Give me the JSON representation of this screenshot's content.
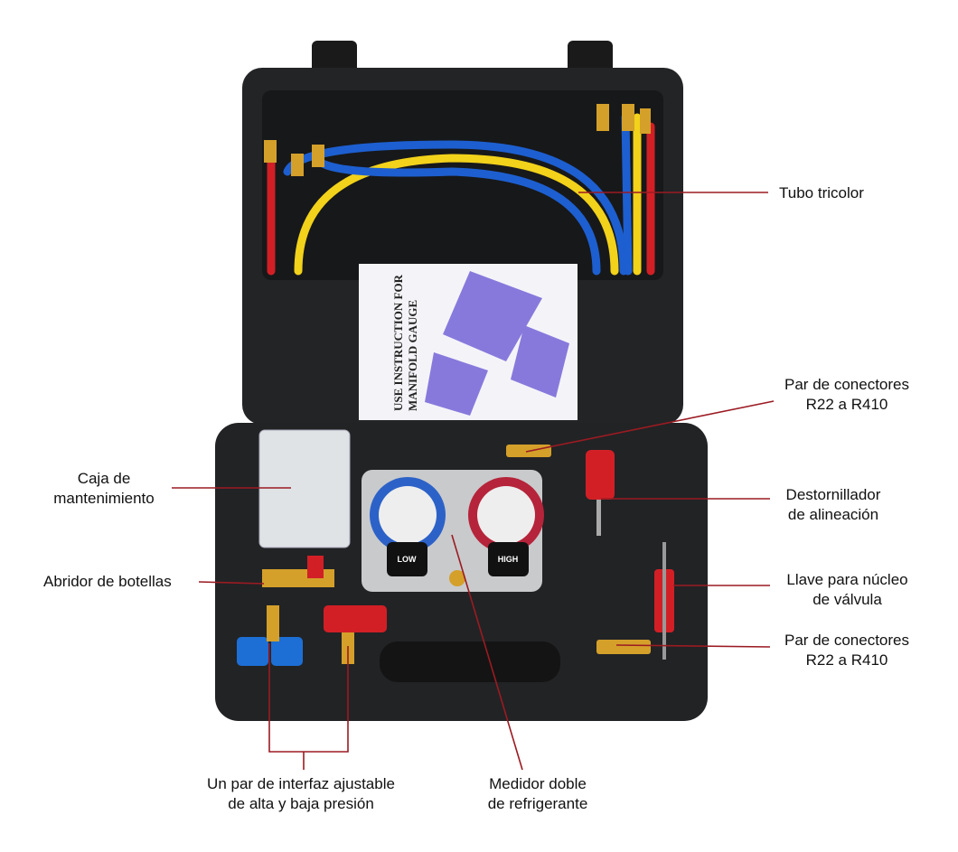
{
  "labels": {
    "hoses": "Tubo tricolor",
    "connectors_top": [
      "Par de conectores",
      "R22 a R410"
    ],
    "screwdriver": [
      "Destornillador",
      "de alineación"
    ],
    "valve_key": [
      "Llave para núcleo",
      "de válvula"
    ],
    "connectors_bottom": [
      "Par de conectores",
      "R22 a R410"
    ],
    "maintenance_box": [
      "Caja de",
      "mantenimiento"
    ],
    "bottle_opener": "Abridor de botellas",
    "couplers": [
      "Un par de interfaz ajustable",
      "de alta y baja presión"
    ],
    "gauge": [
      "Medidor doble",
      "de refrigerante"
    ]
  },
  "booklet": {
    "title": [
      "USE INSTRUCTION FOR",
      "MANIFOLD GAUGE"
    ]
  },
  "gauges": {
    "low": "LOW",
    "high": "HIGH"
  },
  "colors": {
    "case": "#1e1f21",
    "leader": "#9b1b22",
    "red_hose": "#d21f26",
    "blue_hose": "#1d5fd0",
    "yellow_hose": "#f2d21a",
    "brass": "#d4a02a"
  }
}
